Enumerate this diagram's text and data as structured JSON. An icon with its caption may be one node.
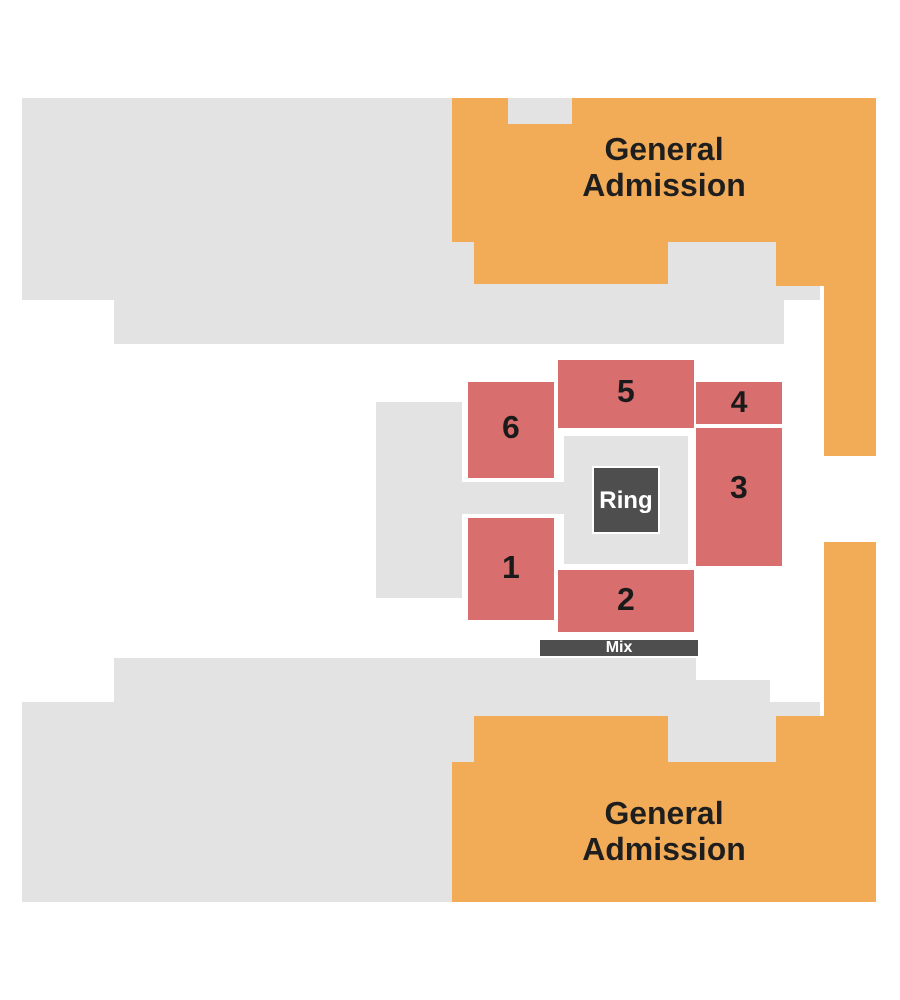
{
  "diagram": {
    "nodes": [
      {
        "text": [
          "General Admission"
        ]
      },
      {
        "text": [
          "5"
        ]
      },
      {
        "text": [
          "4"
        ]
      },
      {
        "text": [
          "6"
        ]
      },
      {
        "text": [
          "Ring"
        ]
      },
      {
        "text": [
          "3"
        ]
      },
      {
        "text": [
          "1"
        ]
      },
      {
        "text": [
          "2"
        ]
      },
      {
        "text": [
          "Mix"
        ]
      },
      {
        "text": [
          "General Admission"
        ]
      }
    ]
  }
}
